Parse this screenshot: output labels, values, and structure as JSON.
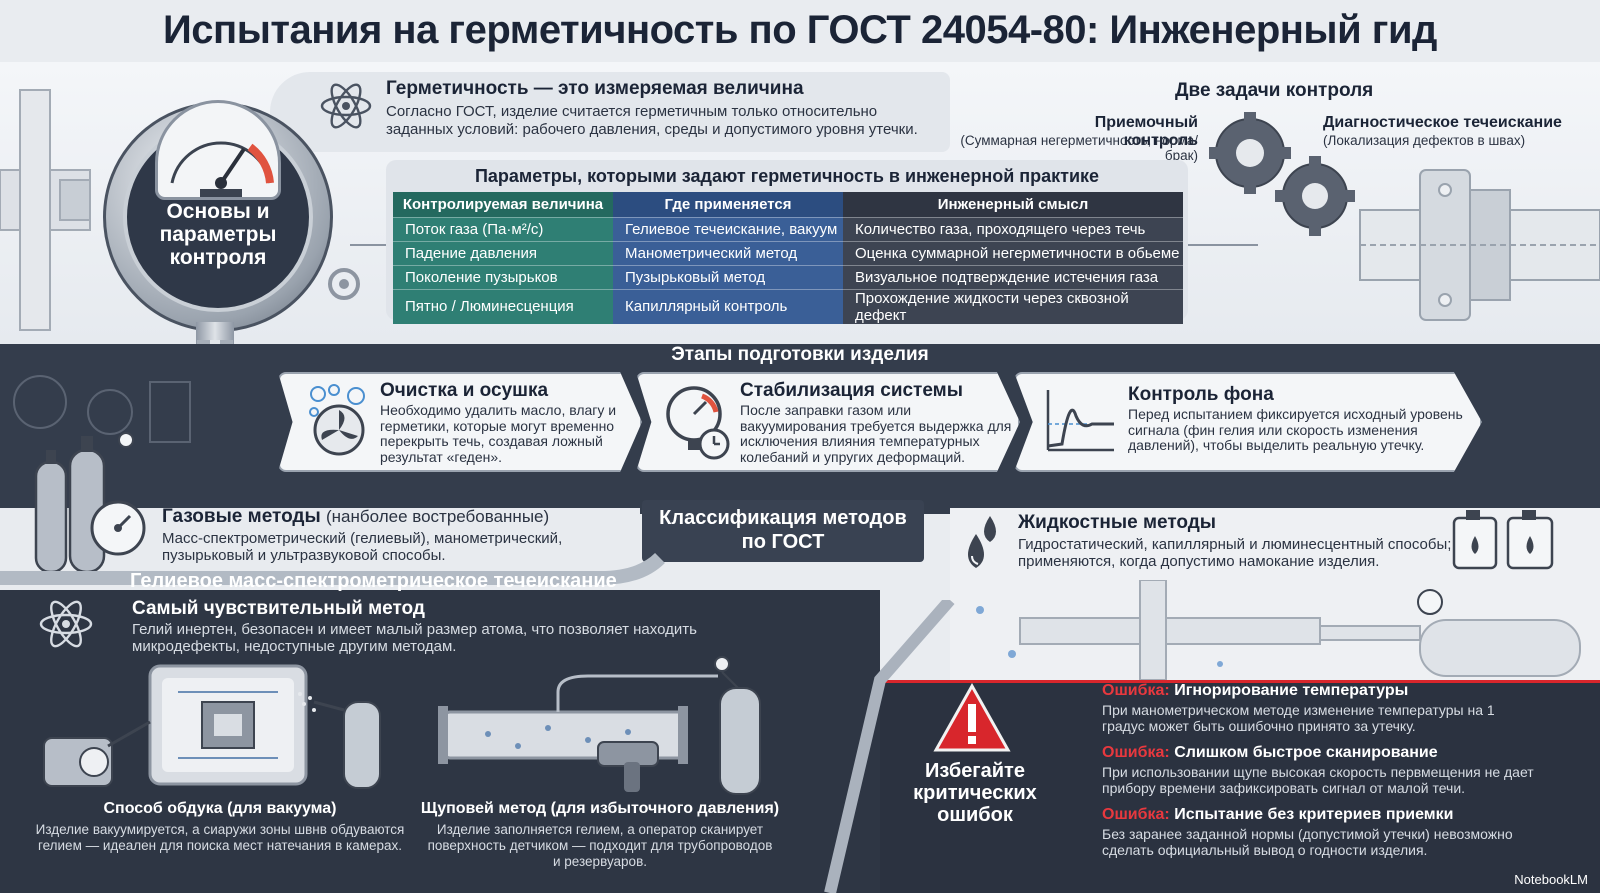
{
  "title": "Испытания на герметичность по ГОСТ 24054-80: Инженерный гид",
  "gauge": {
    "label": "Основы и параметры контроля"
  },
  "measurable": {
    "heading": "Герметичность — это измеряемая величина",
    "text1": "Согласно ГОСТ, изделие считается герметичным только относительно",
    "text2": "заданных условий: рабочего давления, среды и допустимого уровня утечки."
  },
  "two_tasks": {
    "heading": "Две задачи контроля",
    "acceptance_title": "Приемочный контроль",
    "acceptance_sub": "(Суммарная негерметичность, норма/брак)",
    "diagnostic_title": "Диагностическое течеискание",
    "diagnostic_sub": "(Локализация дефектов в швах)"
  },
  "params_table": {
    "title": "Параметры, которыми задают герметичность в инженерной практике",
    "headers": [
      "Контролируемая величина",
      "Где применяется",
      "Инженерный смысл"
    ],
    "rows": [
      [
        "Поток газа (Па·м²/с)",
        "Гелиевое течеискание, вакуум",
        "Количество газа, проходящего через течь"
      ],
      [
        "Падение давления",
        "Манометрический метод",
        "Оценка суммарной негерметичности в обьеме"
      ],
      [
        "Поколение пузырьков",
        "Пузырьковый метод",
        "Визуальное подтверждение истечения газа"
      ],
      [
        "Пятно / Люминесценция",
        "Капиллярный контроль",
        "Прохождение жидкости через сквозной дефект"
      ]
    ]
  },
  "stages": {
    "heading": "Этапы подготовки изделия",
    "items": [
      {
        "title": "Очистка и осушка",
        "lines": [
          "Необходимо удалить масло, влагу и",
          "герметики, которые могут временно",
          "перекрыть течь, создавая ложный",
          "результат «геден»."
        ]
      },
      {
        "title": "Стабилизация системы",
        "lines": [
          "После заправки газом или",
          "вакуумирования требуется выдержка для",
          "исключения влияния температурных",
          "колебаний и упругих деформаций."
        ]
      },
      {
        "title": "Контроль фона",
        "lines": [
          "Перед испытанием фиксируется исходный уровень",
          "сигнала (фин гелия или скорость изменения",
          "давлений), чтобы выделить реальную утечку."
        ]
      }
    ]
  },
  "gas_methods": {
    "heading": "Газовые методы",
    "note": "(нанболее востребованные)",
    "line1": "Масс-спектрометрический (гелиевый), манометрический,",
    "line2": "пузырьковый и ультразвуковой способы."
  },
  "classification": {
    "line1": "Классификация методов",
    "line2": "по ГОСТ"
  },
  "liquid_methods": {
    "heading": "Жидкостные методы",
    "line1": "Гидростатический, капиллярный и люминесцентный способы;",
    "line2": "применяются, когда допустимо намокание изделия."
  },
  "helium": {
    "heading": "Гелиевое масс-спектрометрическое течеискание",
    "sub": "Самый чувствительный метод",
    "line1": "Гелий инертен, безопасен и имеет малый размер атома, что позволяет находить",
    "line2": "микродефекты, недоступные другим методам."
  },
  "blowing": {
    "title": "Способ обдука (для вакуума)",
    "line1": "Изделие вакуумируется, а сиаружи зоны швнв обдуваются",
    "line2": "гелием — идеален для поиска мест натечания в камерах."
  },
  "probe": {
    "title": "Щуповей метод (для избыточного давления)",
    "line1": "Изделие заполняется гелием, а оператор сканирует",
    "line2": "поверхность детчиком — подходит для трубопроводов",
    "line3": "и резервуаров."
  },
  "errors": {
    "heading_l1": "Избегайте",
    "heading_l2": "критических",
    "heading_l3": "ошибок",
    "prefix": "Ошибка:",
    "items": [
      {
        "title": "Игнорирование температуры",
        "line1": "При манометрическом методе изменение температуры на 1",
        "line2": "градус может быть ошибочно принято за утечку."
      },
      {
        "title": "Слишком быстрое сканирование",
        "line1": "При использовании щупе высокая скорость первмещения не дает",
        "line2": "прибору времени зафиксировать сигнал от малой течи."
      },
      {
        "title": "Испытание без критериев приемки",
        "line1": "Без заранее заданной нормы (допустимой утечки) невозможно",
        "line2": "сделать официальный вывод о годности изделия."
      }
    ]
  },
  "footer": {
    "brand": "NotebookLM"
  },
  "colors": {
    "teal": "#2f7f74",
    "blue": "#3a5f97",
    "dark": "#3d4452",
    "error_red": "#e8383e"
  }
}
